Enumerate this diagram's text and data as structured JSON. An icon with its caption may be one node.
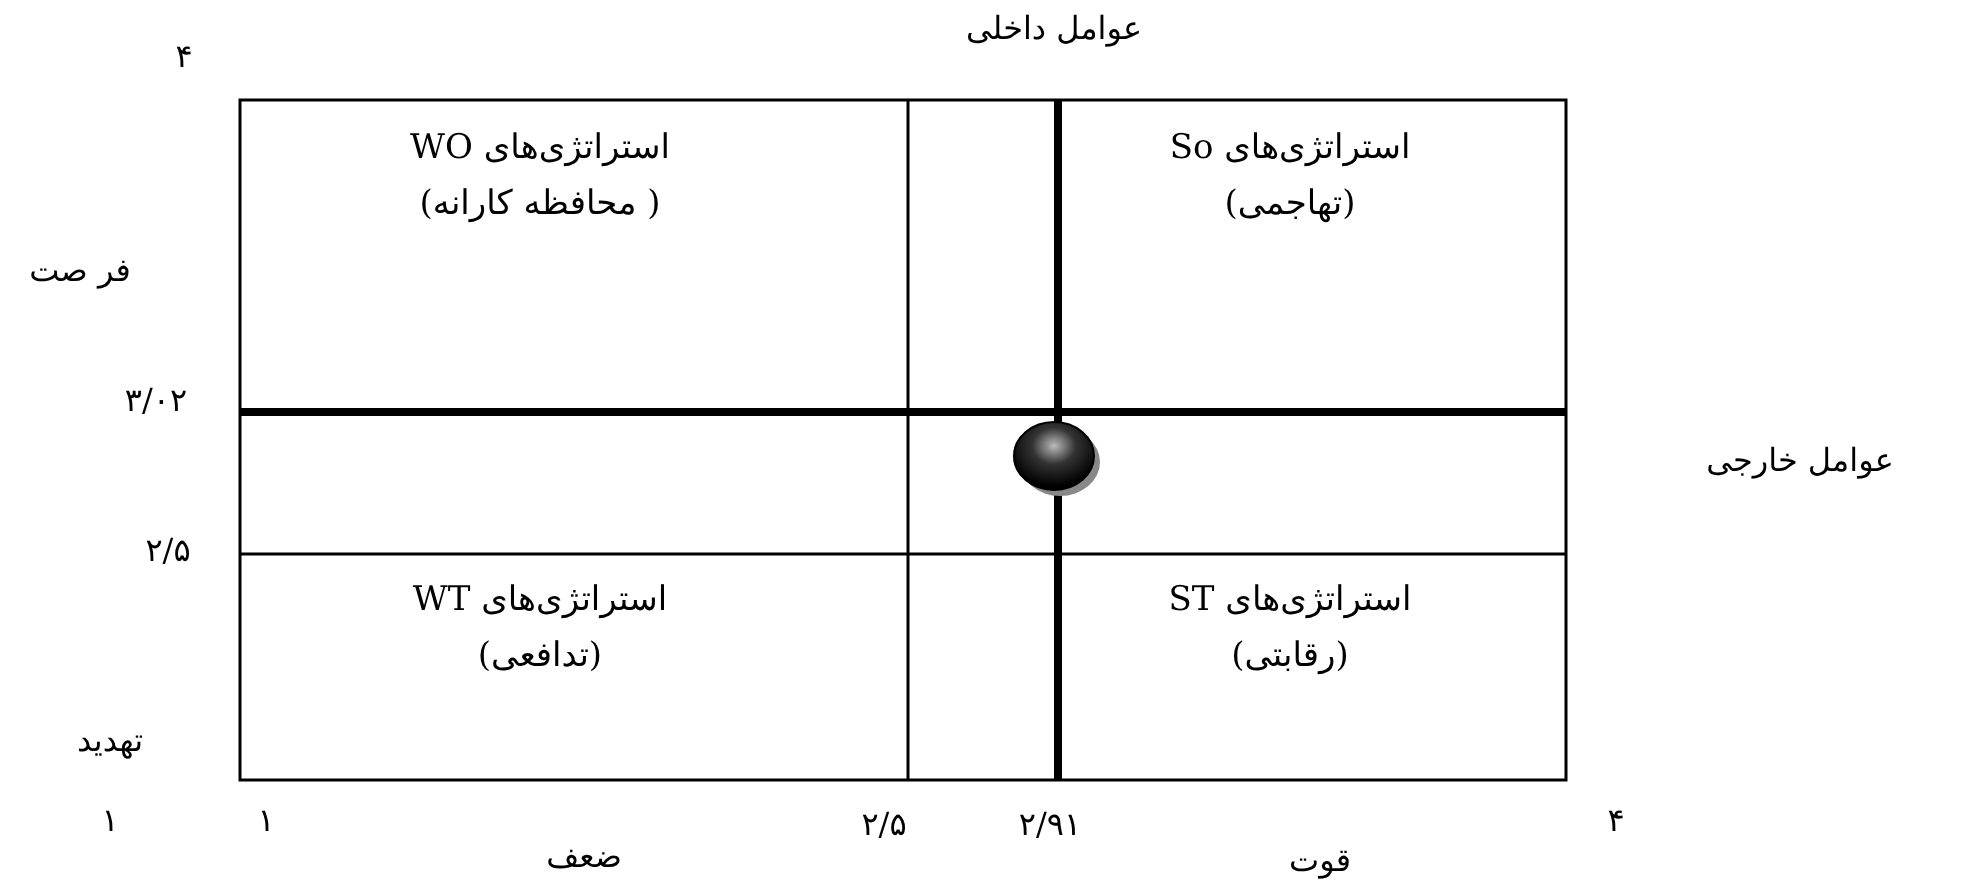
{
  "diagram": {
    "title": "عوامل داخلی",
    "nodes": [
      {
        "text": [
          "استراتژی‌های WO",
          "( محافظه کارانه)"
        ]
      },
      {
        "text": [
          "استراتژی‌های So",
          "(تهاجمی)"
        ]
      },
      {
        "text": [
          "استراتژی‌های WT",
          "(تدافعی)"
        ]
      },
      {
        "text": [
          "استراتژی‌های ST",
          "(رقابتی)"
        ]
      }
    ],
    "labels": [
      "۴",
      "فر صت",
      "۳/۰۲",
      "عوامل خارجی",
      "۲/۵",
      "تهدید",
      "۱",
      "۱",
      "۲/۵",
      "۲/۹۱",
      "۴",
      "ضعف",
      "قوت"
    ]
  }
}
